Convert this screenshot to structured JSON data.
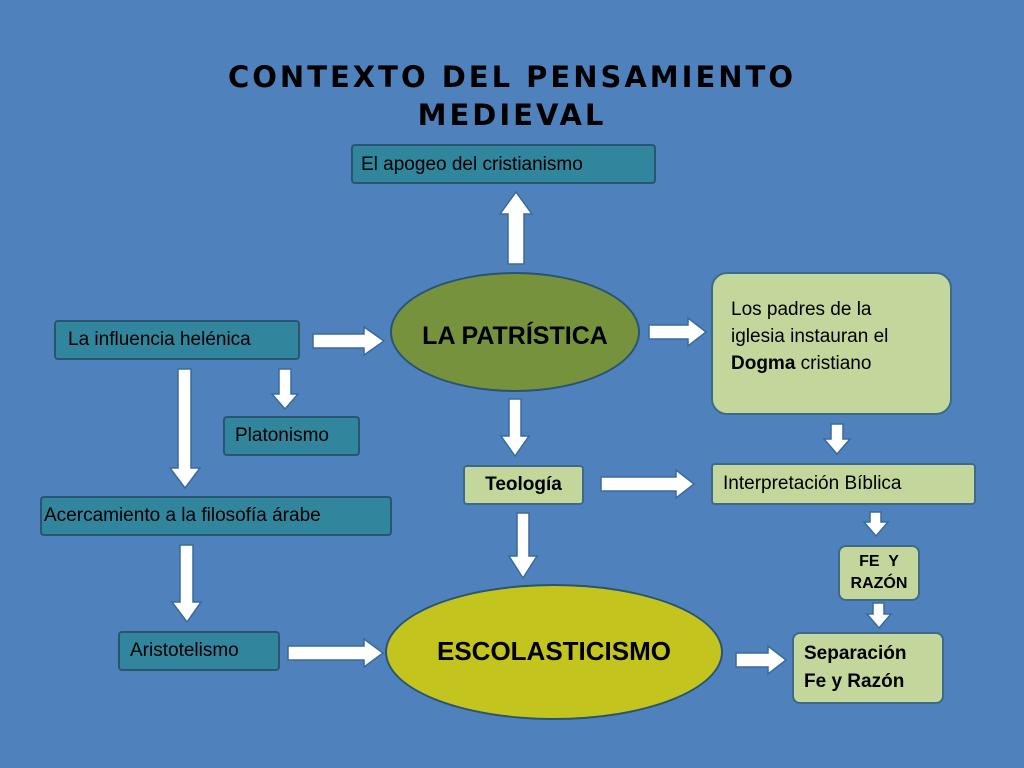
{
  "title": [
    "CONTEXTO DEL PENSAMIENTO",
    "MEDIEVAL"
  ],
  "nodes": {
    "apogeo": "El apogeo del cristianismo",
    "patristica": "LA PATRÍSTICA",
    "influencia": "La influencia helénica",
    "platonismo": "Platonismo",
    "acercamiento": "Acercamiento a la filosofía árabe",
    "aristotelismo": "Aristotelismo",
    "escolasticismo": "ESCOLASTICISMO",
    "teologia": "Teología",
    "interpretacion": "Interpretación Bíblica",
    "padres": {
      "line1": "Los padres de la",
      "line2": "iglesia instauran el",
      "bold": "Dogma",
      "rest": " cristiano"
    },
    "fe_razon": [
      "FE  Y",
      "RAZÓN"
    ],
    "separacion": [
      "Separación",
      "Fe y Razón"
    ]
  },
  "colors": {
    "background": "#4f81bd",
    "teal_box": "#31859c",
    "light_green_box": "#c3d69b",
    "olive_ellipse": "#76923c",
    "yellow_green_ellipse": "#c4c41e",
    "arrow_fill": "#ffffff"
  }
}
